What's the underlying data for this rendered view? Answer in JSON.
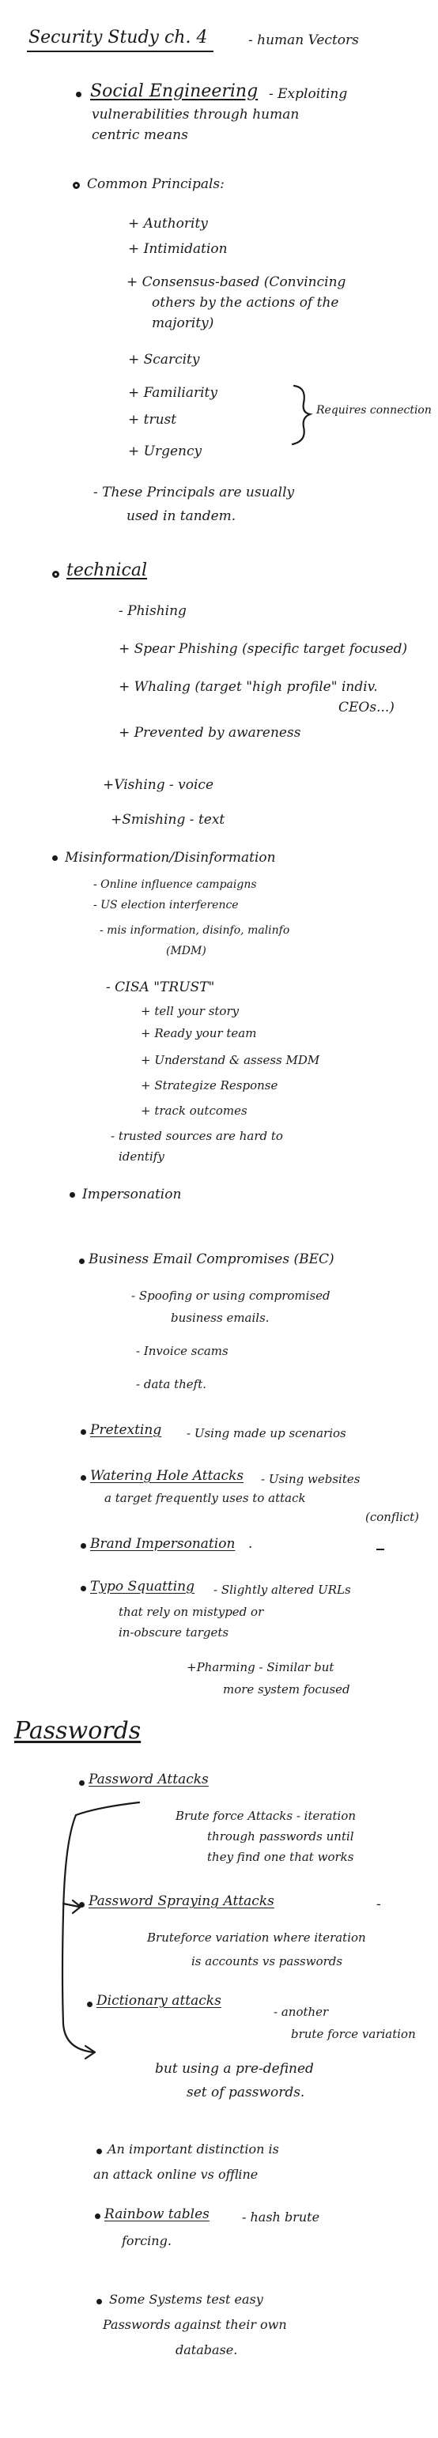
{
  "title": {
    "main": "Security Study ch. 4",
    "sub": "- human Vectors"
  },
  "social": {
    "heading": "Social Engineering",
    "desc": [
      "- Exploiting",
      "vulnerabilities through human",
      "centric means"
    ],
    "principals_heading": "Common Principals:",
    "principals": [
      "+ Authority",
      "+ Intimidation",
      "+ Consensus-based (Convincing",
      "others by the actions of the",
      "majority)",
      "+ Scarcity",
      "+ Familiarity",
      "+ trust",
      "+ Urgency"
    ],
    "brace_note": "Requires connection",
    "note": [
      "- These Principals are usually",
      "used in tandem."
    ]
  },
  "technical": {
    "heading": "technical",
    "items": [
      "- Phishing",
      "+ Spear Phishing (specific target focused)",
      "+ Whaling (target \"high profile\" indiv.",
      "CEOs...)",
      "+ Prevented by awareness",
      "+Vishing - voice",
      "+Smishing - text"
    ]
  },
  "misinfo": {
    "heading": "Misinformation/Disinformation",
    "items": [
      "- Online influence campaigns",
      "- US election interference",
      "- mis information, disinfo, malinfo",
      "(MDM)",
      "- CISA \"TRUST\"",
      "+ tell your story",
      "+ Ready your team",
      "+ Understand & assess MDM",
      "+ Strategize Response",
      "+ track outcomes",
      "- trusted sources are hard to",
      "identify"
    ]
  },
  "impersonation": {
    "heading": "Impersonation"
  },
  "bec": {
    "heading": "Business Email Compromises (BEC)",
    "items": [
      "- Spoofing or using compromised",
      "business emails.",
      "- Invoice scams",
      "- data theft."
    ]
  },
  "pretexting": {
    "heading": "Pretexting",
    "desc": "- Using made up scenarios"
  },
  "watering": {
    "heading": "Watering Hole Attacks",
    "desc": [
      "- Using websites",
      "a target frequently uses to attack",
      "(conflict)"
    ]
  },
  "brand": {
    "heading": "Brand Impersonation",
    "desc": "."
  },
  "typo": {
    "heading": "Typo Squatting",
    "desc": [
      "- Slightly altered URLs",
      "that rely on mistyped or",
      "in-obscure targets",
      "+Pharming - Similar but",
      "more system focused"
    ]
  },
  "passwords": {
    "heading": "Passwords",
    "attacks_heading": "Password Attacks",
    "brute": [
      "Brute force Attacks - iteration",
      "through passwords until",
      "they find one that works"
    ],
    "spraying_heading": "Password Spraying Attacks",
    "spraying": [
      "-",
      "Bruteforce variation where iteration",
      "is accounts vs passwords"
    ],
    "dictionary_heading": "Dictionary attacks",
    "dictionary": [
      "- another",
      "brute force variation",
      "but using a pre-defined",
      "set of passwords."
    ],
    "distinction": [
      "An important distinction is",
      "an attack online vs offline"
    ],
    "rainbow_heading": "Rainbow tables",
    "rainbow": [
      "- hash brute",
      "forcing."
    ],
    "systems": [
      "Some Systems test easy",
      "Passwords against their own",
      "database."
    ]
  }
}
